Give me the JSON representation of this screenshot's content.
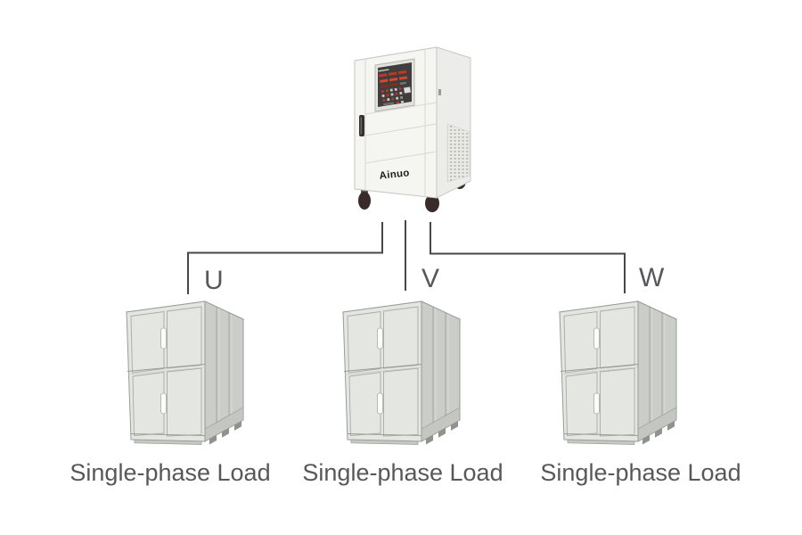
{
  "brand": "Ainuo",
  "loads": [
    {
      "phase": "U",
      "caption": "Single-phase Load"
    },
    {
      "phase": "V",
      "caption": "Single-phase Load"
    },
    {
      "phase": "W",
      "caption": "Single-phase Load"
    }
  ],
  "colors": {
    "background": "#ffffff",
    "connector_line": "#47474a",
    "label_text": "#58585a",
    "brand_text": "#1d1d1f",
    "led_red": "#c23626",
    "control_panel": "#403e3c",
    "source_body": "#f5f5f2",
    "cabinet_front": "#e4e6e1",
    "cabinet_side": "#cbcdc8",
    "wheel": "#3a2b2b"
  }
}
